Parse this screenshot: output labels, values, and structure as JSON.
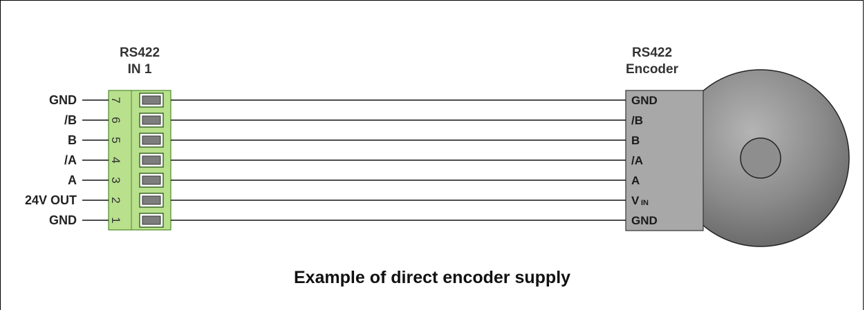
{
  "terminal": {
    "title_line1": "RS422",
    "title_line2": "IN 1",
    "pins": [
      {
        "number": "7",
        "label": "GND"
      },
      {
        "number": "6",
        "label": "/B"
      },
      {
        "number": "5",
        "label": "B"
      },
      {
        "number": "4",
        "label": "/A"
      },
      {
        "number": "3",
        "label": "A"
      },
      {
        "number": "2",
        "label": "24V OUT"
      },
      {
        "number": "1",
        "label": "GND"
      }
    ]
  },
  "encoder": {
    "title_line1": "RS422",
    "title_line2": "Encoder",
    "pins": [
      {
        "label": "GND"
      },
      {
        "label": "/B"
      },
      {
        "label": "B"
      },
      {
        "label": "/A"
      },
      {
        "label": "A"
      },
      {
        "label": "V",
        "sub": "IN"
      },
      {
        "label": "GND"
      }
    ]
  },
  "caption": "Example of direct encoder supply",
  "colors": {
    "terminal_green": "#b9e08c",
    "terminal_border": "#4e8a2b",
    "encoder_body": "#a8a8a8",
    "encoder_disc": "#7a7a7a",
    "wire": "#111111"
  }
}
